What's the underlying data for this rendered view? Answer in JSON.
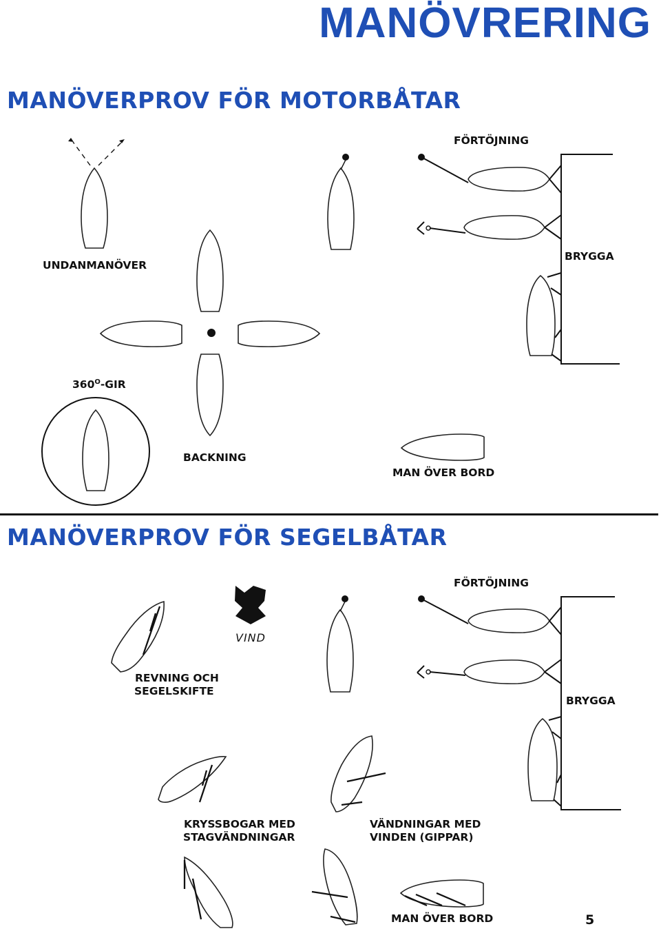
{
  "title": "MANÖVRERING",
  "sections": {
    "motor": "MANÖVERPROV FÖR MOTORBÅTAR",
    "sail": "MANÖVERPROV FÖR SEGELBÅTAR"
  },
  "motor_labels": {
    "fortojning": "FÖRTÖJNING",
    "undanmanover": "UNDANMANÖVER",
    "brygga": "BRYGGA",
    "gir_prefix": "360",
    "gir_sup": "O",
    "gir_suffix": "-GIR",
    "backning": "BACKNING",
    "man_over_bord": "MAN ÖVER BORD"
  },
  "sail_labels": {
    "fortojning": "FÖRTÖJNING",
    "vind": "VIND",
    "revning_line1": "REVNING OCH",
    "revning_line2": "SEGELSKIFTE",
    "brygga": "BRYGGA",
    "kryss_line1": "KRYSSBOGAR MED",
    "kryss_line2": "STAGVÄNDNINGAR",
    "vand_line1": "VÄNDNINGAR MED",
    "vand_line2": "VINDEN (GIPPAR)",
    "man_over_bord": "MAN ÖVER BORD"
  },
  "page_number": "5",
  "colors": {
    "heading": "#1f4fb5",
    "ink": "#111111"
  }
}
